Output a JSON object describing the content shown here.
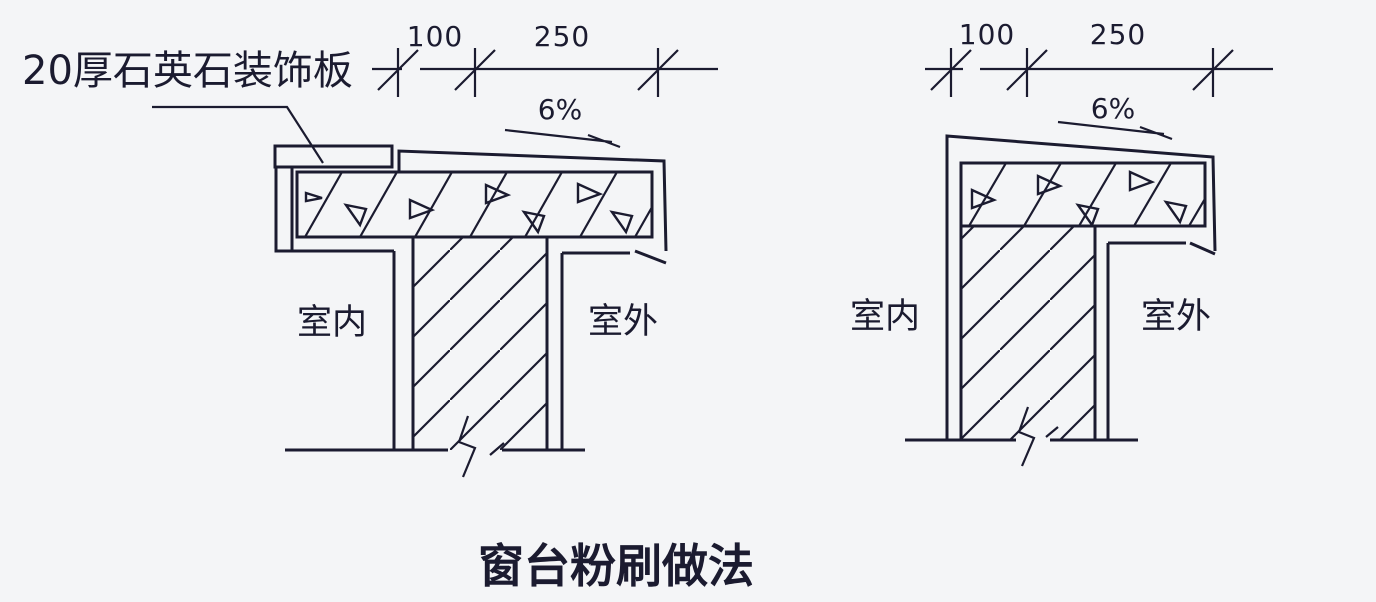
{
  "colors": {
    "background": "#f4f5f7",
    "ink": "#1b1b30"
  },
  "title": "窗台粉刷做法",
  "left_drawing": {
    "callout": "20厚石英石装饰板",
    "dim_left": "100",
    "dim_right": "250",
    "slope_label": "6%",
    "indoor_label": "室内",
    "outdoor_label": "室外"
  },
  "right_drawing": {
    "dim_left": "100",
    "dim_right": "250",
    "slope_label": "6%",
    "indoor_label": "室内",
    "outdoor_label": "室外"
  }
}
